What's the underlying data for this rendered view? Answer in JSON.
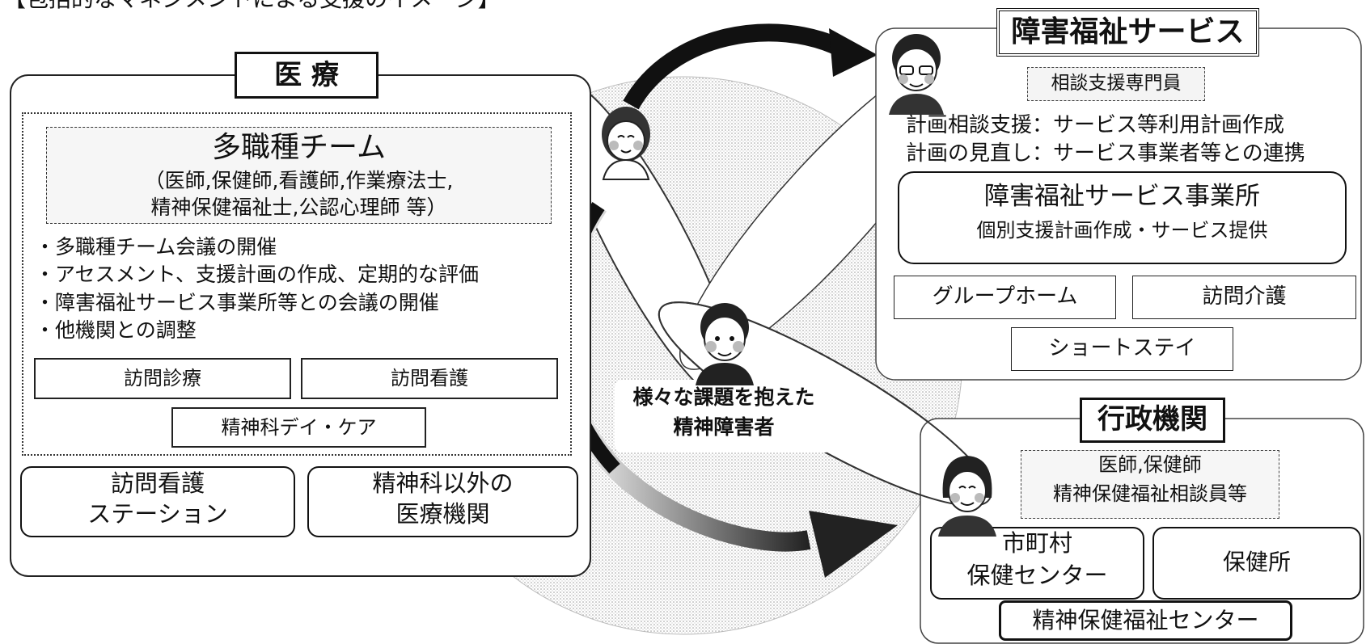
{
  "header_fragment": "【包括的なマネジメントによる支援のイメージ】",
  "medical": {
    "title": "医 療",
    "team_title": "多職種チーム",
    "team_members_line1": "（医師,保健師,看護師,作業療法士,",
    "team_members_line2": "精神保健福祉士,公認心理師 等）",
    "bullets": [
      "・多職種チーム会議の開催",
      "・アセスメント、支援計画の作成、定期的な評価",
      "・障害福祉サービス事業所等との会議の開催",
      "・他機関との調整"
    ],
    "home_visit_care": "訪問診療",
    "home_visit_nursing": "訪問看護",
    "psych_daycare": "精神科デイ・ケア",
    "station_line1": "訪問看護",
    "station_line2": "ステーション",
    "other_line1": "精神科以外の",
    "other_line2": "医療機関"
  },
  "welfare": {
    "title": "障害福祉サービス",
    "consult_specialist": "相談支援専門員",
    "plan_line1": "計画相談支援：サービス等利用計画作成",
    "plan_line2": "計画の見直し：サービス事業者等との連携",
    "office_title": "障害福祉サービス事業所",
    "office_sub": "個別支援計画作成・サービス提供",
    "group_home": "グループホーム",
    "home_care": "訪問介護",
    "short_stay": "ショートステイ"
  },
  "center": {
    "label_line1": "様々な課題を抱えた",
    "label_line2": "精神障害者"
  },
  "admin": {
    "title": "行政機関",
    "staff_line1": "医師,保健師",
    "staff_line2": "精神保健福祉相談員等",
    "city_line1": "市町村",
    "city_line2": "保健センター",
    "health_center": "保健所",
    "mh_center": "精神保健福祉センター"
  }
}
